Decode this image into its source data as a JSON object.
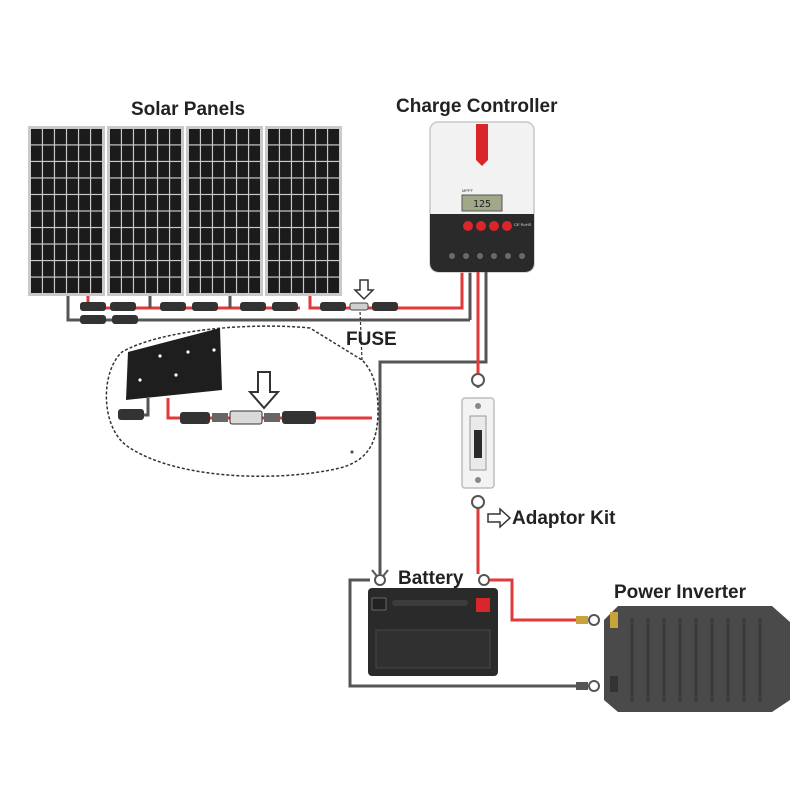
{
  "labels": {
    "solar_panels": "Solar Panels",
    "charge_controller": "Charge Controller",
    "fuse": "FUSE",
    "adaptor_kit": "Adaptor Kit",
    "battery": "Battery",
    "power_inverter": "Power Inverter"
  },
  "controller": {
    "brand": "MPPT",
    "display_value": "125",
    "ce_mark": "CE RoHS"
  },
  "colors": {
    "positive_wire": "#e03a3a",
    "negative_wire": "#555555",
    "panel_frame": "#c9c9c9",
    "panel_cell": "#1b1b1b",
    "controller_accent": "#d8262b",
    "battery_body": "#2a2a2a",
    "inverter_body": "#4a4a4a"
  },
  "icons": {
    "fuse_arrow": "down-arrow-icon",
    "adaptor_arrow": "right-arrow-icon"
  }
}
